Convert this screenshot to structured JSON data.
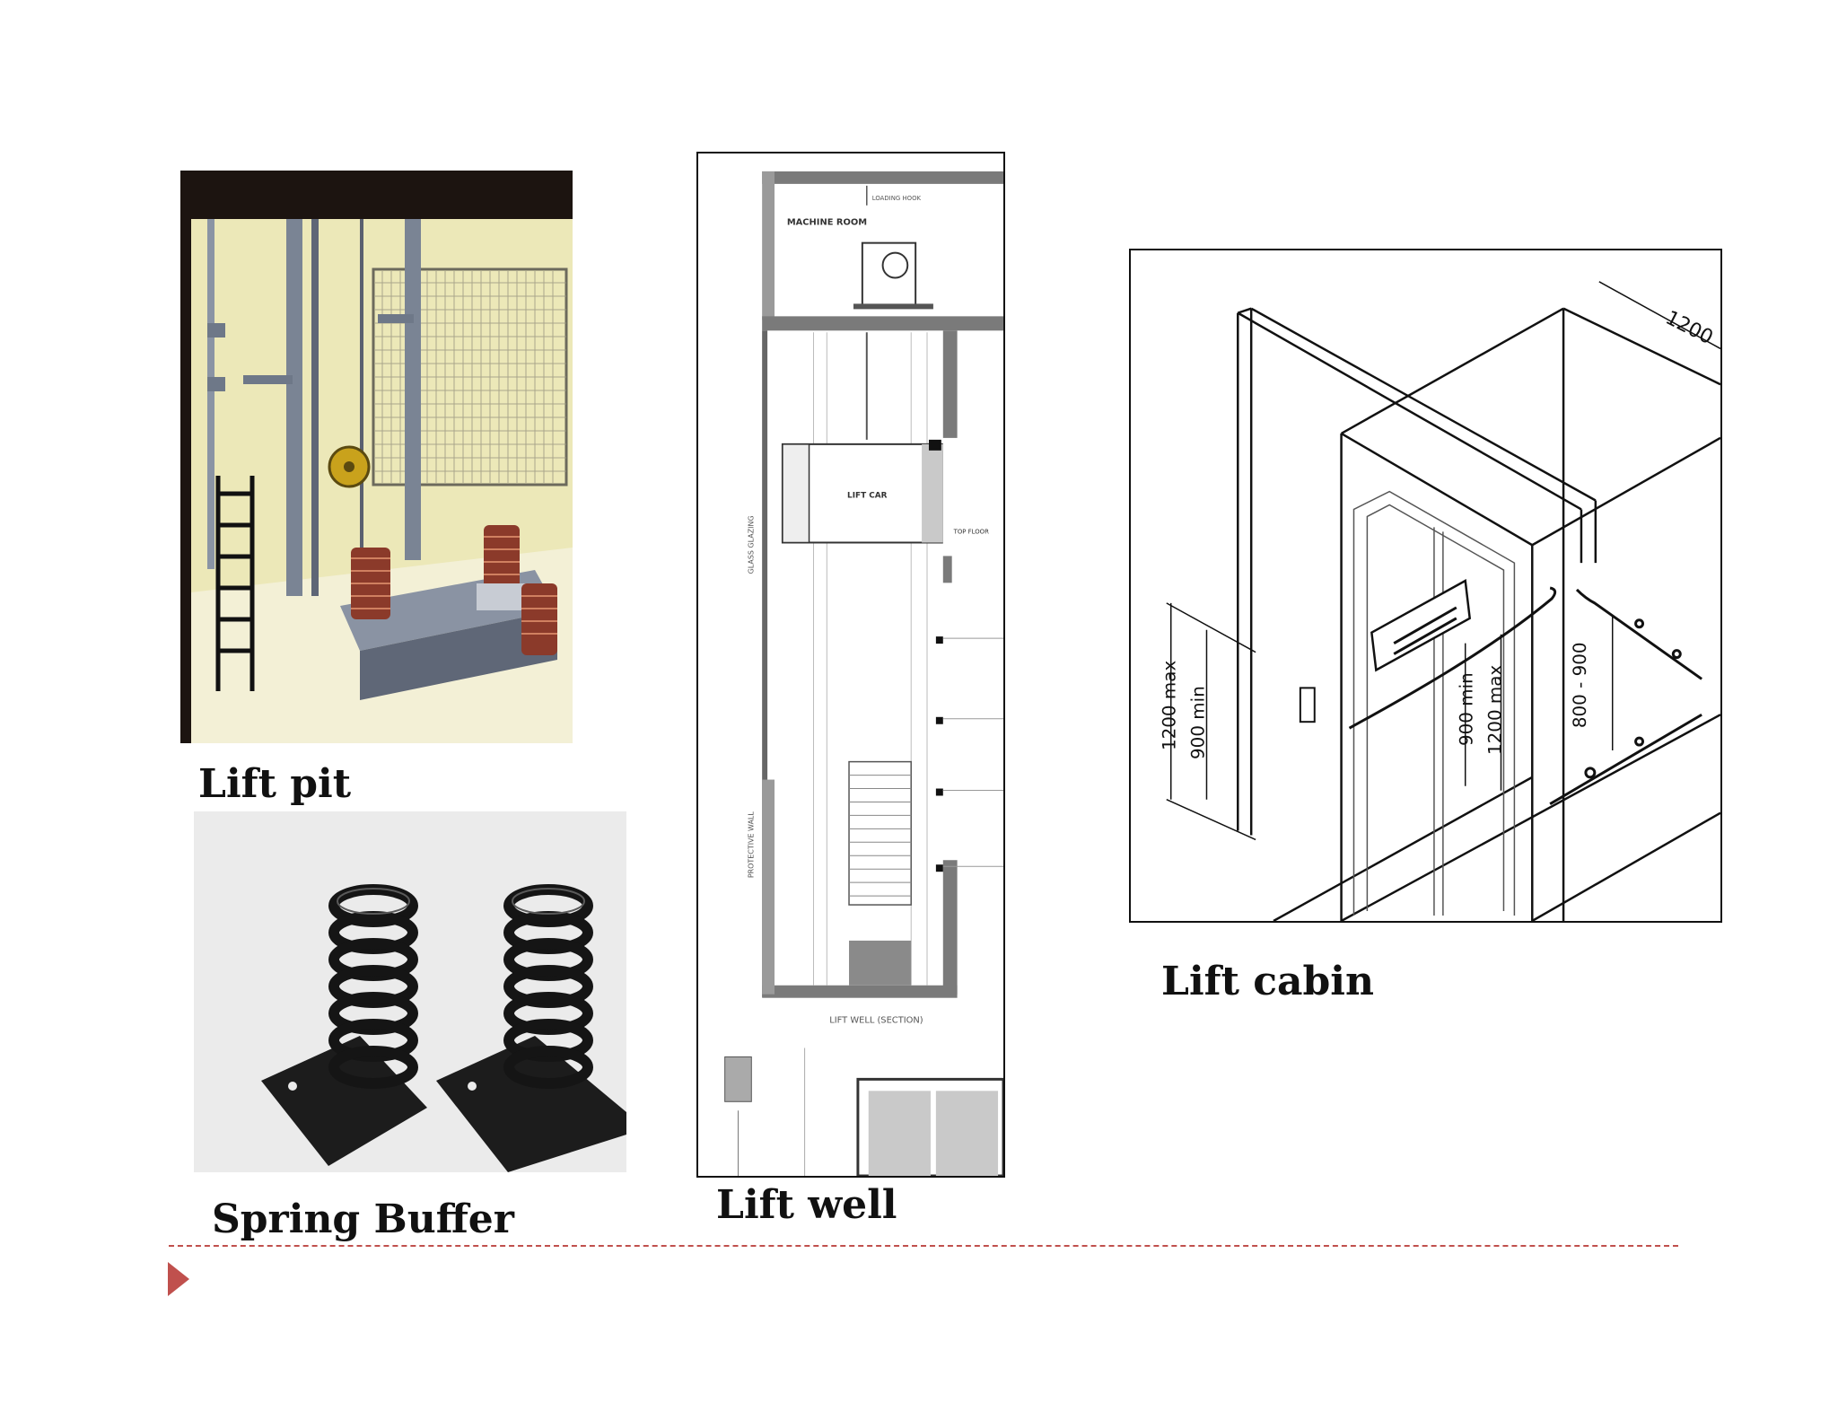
{
  "captions": {
    "lift_pit": "Lift pit",
    "spring_buffer": "Spring Buffer",
    "lift_well": "Lift well",
    "lift_cabin": "Lift cabin"
  },
  "lift_well_labels": {
    "machine_room": "MACHINE ROOM",
    "loading_hook": "LOADING HOOK",
    "lift_car": "LIFT CAR",
    "top_floor": "TOP FLOOR",
    "glass_glazing": "GLASS GLAZING",
    "protective_wall": "PROTECTIVE WALL",
    "section_title": "LIFT WELL (SECTION)"
  },
  "lift_cabin_labels": {
    "width_dim": "1200",
    "max_height_left": "1200 max",
    "min_height_left": "900 min",
    "min_height_panel": "900 min",
    "max_height_panel": "1200 max",
    "rail_range": "800 - 900"
  },
  "colors": {
    "accent": "#c0504d",
    "pit_wall": "#e8e4b0",
    "pit_steel": "#7a8494",
    "spring_copper": "#8b3a2a"
  }
}
